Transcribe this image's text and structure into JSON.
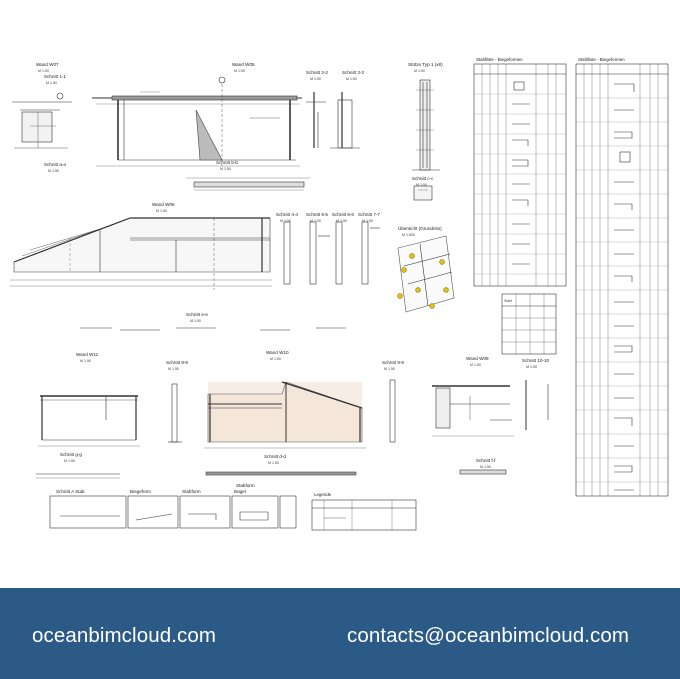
{
  "sheet": {
    "view_labels": [
      {
        "id": "v1",
        "title": "Wand W07",
        "sub": "M 1:50"
      },
      {
        "id": "v2",
        "title": "Schnitt 1-1",
        "sub": "M 1:50"
      },
      {
        "id": "v3",
        "title": "Wand W05",
        "sub": "M 1:50"
      },
      {
        "id": "v4",
        "title": "Schnitt 2-2",
        "sub": "M 1:50"
      },
      {
        "id": "v5",
        "title": "Schnitt 3-3",
        "sub": "M 1:50"
      },
      {
        "id": "v6",
        "title": "Schnitt a-a",
        "sub": "M 1:50"
      },
      {
        "id": "v7",
        "title": "Schnitt b-b",
        "sub": "M 1:50"
      },
      {
        "id": "v8",
        "title": "Stütze Typ 1 (x8)",
        "sub": "M 1:50"
      },
      {
        "id": "v9",
        "title": "Schnitt c-c",
        "sub": "M 1:50"
      },
      {
        "id": "v10",
        "title": "Wand W06",
        "sub": "M 1:50"
      },
      {
        "id": "v11",
        "title": "Schnitt 4-4",
        "sub": "M 1:50"
      },
      {
        "id": "v12",
        "title": "Schnitt 5-5",
        "sub": "M 1:50"
      },
      {
        "id": "v13",
        "title": "Schnitt 6-6",
        "sub": "M 1:50"
      },
      {
        "id": "v14",
        "title": "Schnitt 7-7",
        "sub": "M 1:50"
      },
      {
        "id": "v15",
        "title": "Übersicht (Grundriss)",
        "sub": "M 1:500"
      },
      {
        "id": "v16",
        "title": "Schnitt e-e",
        "sub": "M 1:50"
      },
      {
        "id": "v17",
        "title": "Wand W11",
        "sub": "M 1:50"
      },
      {
        "id": "v18",
        "title": "Schnitt 8-8",
        "sub": "M 1:50"
      },
      {
        "id": "v19",
        "title": "Wand W10",
        "sub": "M 1:50"
      },
      {
        "id": "v20",
        "title": "Schnitt 9-9",
        "sub": "M 1:50"
      },
      {
        "id": "v21",
        "title": "Wand W09",
        "sub": "M 1:50"
      },
      {
        "id": "v22",
        "title": "Schnitt f-f",
        "sub": "M 1:50"
      },
      {
        "id": "v23",
        "title": "Schnitt 10-10",
        "sub": "M 1:50"
      },
      {
        "id": "v24",
        "title": "Schnitt d-d",
        "sub": "M 1:50"
      },
      {
        "id": "v25",
        "title": "Schnitt g-g",
        "sub": "M 1:50"
      }
    ],
    "legend_boxes": [
      "Schnitt A Stab",
      "Biegeform",
      "Stabform",
      "Bügel",
      "Stabform"
    ],
    "legend_table_title": "Legende",
    "schedule_1_title": "Stahlliste - Biegeformen",
    "schedule_2_title": "Stahlliste - Biegeformen",
    "small_table_title": "Stahl"
  },
  "footer": {
    "website": "oceanbimcloud.com",
    "email": "contacts@oceanbimcloud.com",
    "background": "#2b5a87",
    "text_color": "#ffffff"
  }
}
